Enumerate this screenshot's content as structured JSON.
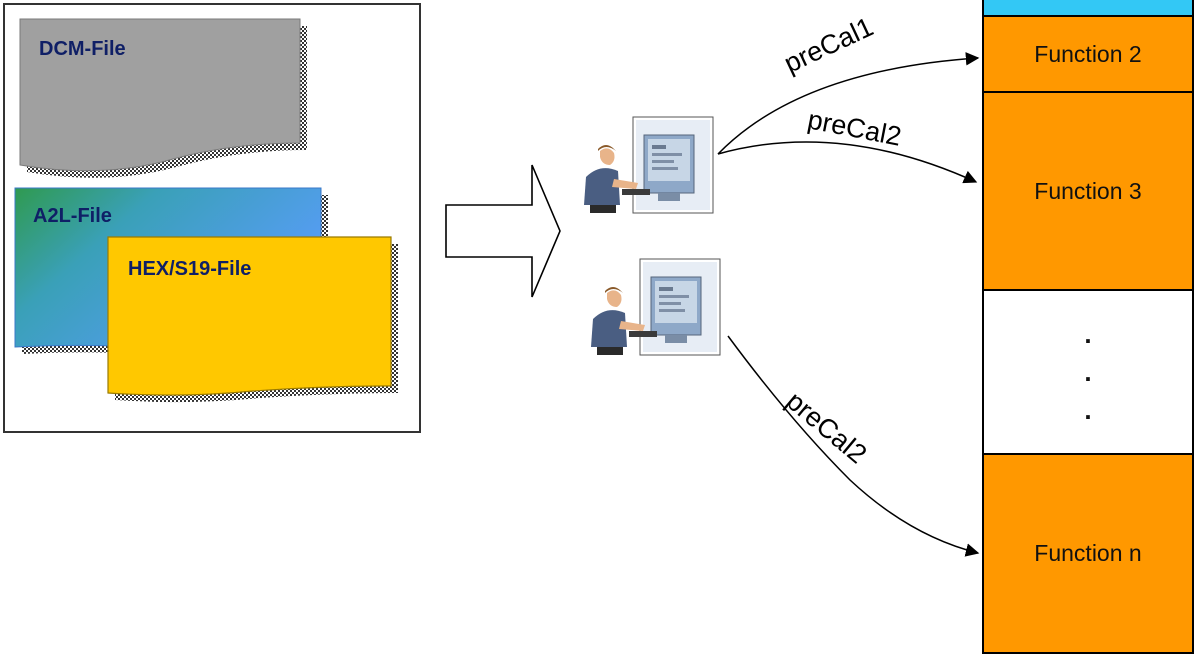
{
  "files": {
    "dcm": "DCM-File",
    "a2l": "A2L-File",
    "hex": "HEX/S19-File"
  },
  "functions": {
    "f2": "Function 2",
    "f3": "Function 3",
    "fn": "Function n",
    "dots": [
      ".",
      ".",
      "."
    ]
  },
  "arrows": {
    "top_a": "preCal1",
    "top_b": "preCal2",
    "bottom": "preCal2"
  },
  "colors": {
    "dcm": "#a0a0a0",
    "a2l_start": "#2f9a50",
    "a2l_end": "#5b9cff",
    "hex": "#ffc800",
    "function": "#ff9800",
    "header": "#33c8f5",
    "title_text": "#0f1f66"
  },
  "icons": [
    "engineer-workstation-icon",
    "engineer-workstation-icon"
  ]
}
